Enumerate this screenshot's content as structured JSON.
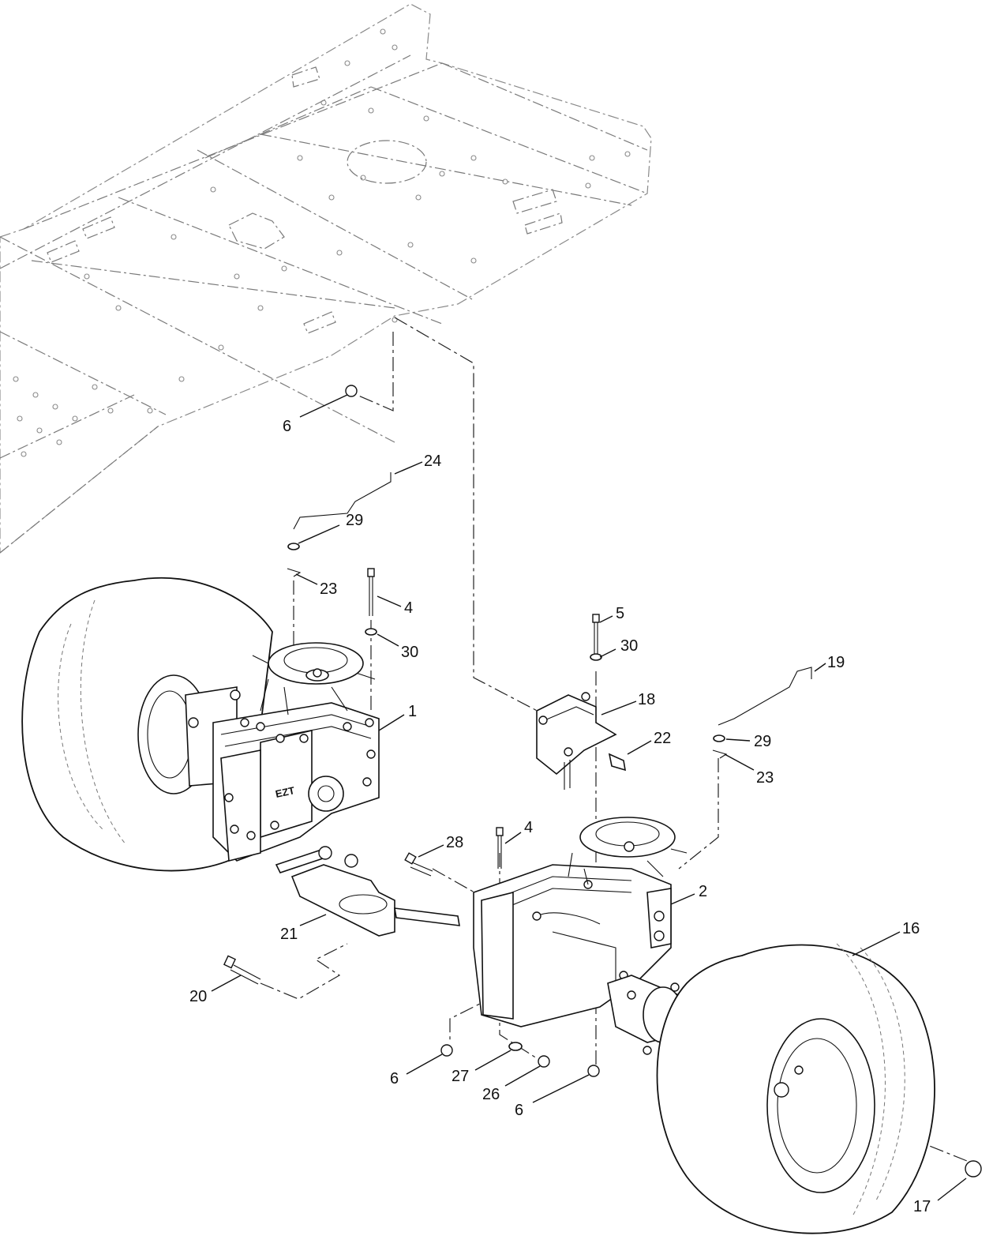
{
  "callouts": [
    {
      "id": "c6a",
      "label": "6"
    },
    {
      "id": "c24",
      "label": "24"
    },
    {
      "id": "c29a",
      "label": "29"
    },
    {
      "id": "c23a",
      "label": "23"
    },
    {
      "id": "c4a",
      "label": "4"
    },
    {
      "id": "c30a",
      "label": "30"
    },
    {
      "id": "c5",
      "label": "5"
    },
    {
      "id": "c30b",
      "label": "30"
    },
    {
      "id": "c19",
      "label": "19"
    },
    {
      "id": "c18",
      "label": "18"
    },
    {
      "id": "c1",
      "label": "1"
    },
    {
      "id": "c22",
      "label": "22"
    },
    {
      "id": "c29b",
      "label": "29"
    },
    {
      "id": "c23b",
      "label": "23"
    },
    {
      "id": "c4b",
      "label": "4"
    },
    {
      "id": "c28",
      "label": "28"
    },
    {
      "id": "c2",
      "label": "2"
    },
    {
      "id": "c16",
      "label": "16"
    },
    {
      "id": "c21",
      "label": "21"
    },
    {
      "id": "c20",
      "label": "20"
    },
    {
      "id": "c6b",
      "label": "6"
    },
    {
      "id": "c27",
      "label": "27"
    },
    {
      "id": "c26",
      "label": "26"
    },
    {
      "id": "c6c",
      "label": "6"
    },
    {
      "id": "c17",
      "label": "17"
    }
  ],
  "transaxle_mark": "EZT"
}
